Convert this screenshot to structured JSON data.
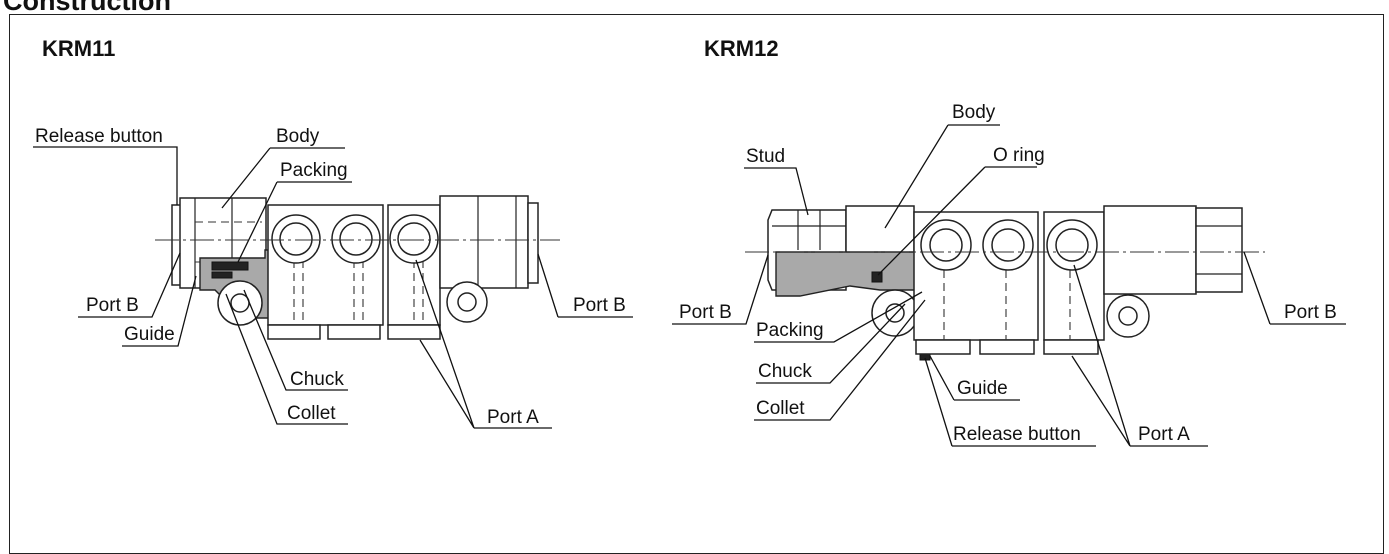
{
  "heading": "Construction",
  "models": [
    {
      "title": "KRM11",
      "labels": {
        "release_button": "Release button",
        "body": "Body",
        "packing": "Packing",
        "port_b_left": "Port B",
        "guide": "Guide",
        "port_b_right": "Port B",
        "chuck": "Chuck",
        "collet": "Collet",
        "port_a": "Port A"
      }
    },
    {
      "title": "KRM12",
      "labels": {
        "body": "Body",
        "stud": "Stud",
        "o_ring": "O ring",
        "port_b_left": "Port B",
        "packing": "Packing",
        "chuck": "Chuck",
        "collet": "Collet",
        "guide": "Guide",
        "release_button": "Release button",
        "port_a": "Port A",
        "port_b_right": "Port B"
      }
    }
  ]
}
